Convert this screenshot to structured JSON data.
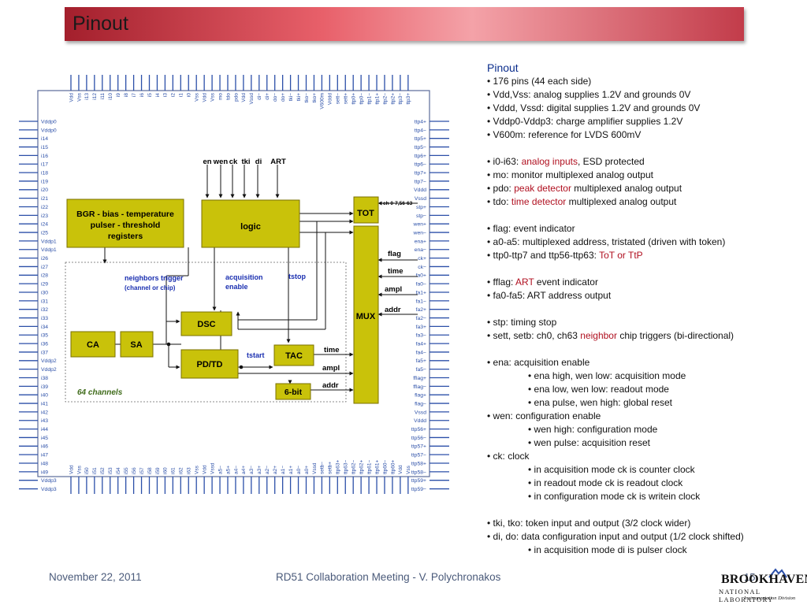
{
  "header": {
    "title": "Pinout"
  },
  "diagram": {
    "pins": {
      "top": [
        "Vdd",
        "Vss",
        "i13",
        "i12",
        "i11",
        "i10",
        "i9",
        "i8",
        "i7",
        "i6",
        "i5",
        "i4",
        "i3",
        "i2",
        "i1",
        "i0",
        "Vss",
        "Vdd",
        "Vss",
        "mo",
        "tdo",
        "pdo",
        "Vdd",
        "Vssd",
        "di−",
        "di+",
        "do−",
        "do+",
        "tki−",
        "tki+",
        "tko−",
        "tko+",
        "V600m",
        "Vddd",
        "sett−",
        "sett+",
        "ttp0+",
        "ttp0−",
        "ttp1−",
        "ttp1+",
        "ttp2−",
        "ttp2+",
        "ttp3−",
        "ttp3+"
      ],
      "bottom": [
        "Vdd",
        "Vss",
        "i50",
        "i51",
        "i52",
        "i53",
        "i54",
        "i55",
        "i56",
        "i57",
        "i58",
        "i59",
        "i60",
        "i61",
        "i62",
        "i63",
        "Vss",
        "Vdd",
        "Vssd",
        "a5−",
        "a5+",
        "a4−",
        "a4+",
        "a3−",
        "a3+",
        "a2−",
        "a2+",
        "a1−",
        "a1+",
        "a0−",
        "a0+",
        "Vssd",
        "setb−",
        "setb+",
        "ttp63+",
        "ttp63−",
        "ttp62−",
        "ttp62+",
        "ttp61−",
        "ttp61+",
        "ttp60−",
        "ttp60+",
        "Vdd",
        "Vss"
      ],
      "left": [
        "Vddp0",
        "Vddp0",
        "i14",
        "i15",
        "i16",
        "i17",
        "i18",
        "i19",
        "i20",
        "i21",
        "i22",
        "i23",
        "i24",
        "i25",
        "Vddp1",
        "Vddp1",
        "i26",
        "i27",
        "i28",
        "i29",
        "i30",
        "i31",
        "i32",
        "i33",
        "i34",
        "i35",
        "i36",
        "i37",
        "Vddp2",
        "Vddp2",
        "i38",
        "i39",
        "i40",
        "i41",
        "i42",
        "i43",
        "i44",
        "i45",
        "i46",
        "i47",
        "i48",
        "i49",
        "Vddp3",
        "Vddp3"
      ],
      "right": [
        "ttp4+",
        "ttp4−",
        "ttp5+",
        "ttp5−",
        "ttp6+",
        "ttp6−",
        "ttp7+",
        "ttp7−",
        "Vddd",
        "Vssd",
        "stp+",
        "stp−",
        "wen+",
        "wen−",
        "ena+",
        "ena−",
        "ck+",
        "ck−",
        "fa0+",
        "fa0−",
        "fa1+",
        "fa1−",
        "fa2+",
        "fa2−",
        "fa3+",
        "fa3−",
        "fa4+",
        "fa4−",
        "fa5+",
        "fa5−",
        "fflag+",
        "fflag−",
        "flag+",
        "flag−",
        "Vssd",
        "Vddd",
        "ttp56+",
        "ttp56−",
        "ttp57+",
        "ttp57−",
        "ttp58+",
        "ttp58−",
        "ttp59+",
        "ttp59−"
      ]
    },
    "inputs": {
      "en": "en",
      "wen": "wen",
      "ck": "ck",
      "tki": "tki",
      "di": "di",
      "art": "ART"
    },
    "blocks": {
      "bgr": [
        "BGR - bias - temperature",
        "pulser - threshold",
        "registers"
      ],
      "logic": "logic",
      "tot": "TOT",
      "mux": "MUX",
      "dsc": "DSC",
      "ca": "CA",
      "sa": "SA",
      "pdtd": "PD/TD",
      "tac": "TAC",
      "sixbit": "6-bit"
    },
    "labels": {
      "ch_note": "ch 0-7,56-63",
      "neighbors_1": "neighbors trigger",
      "neighbors_2": "(channel or chip)",
      "acq_1": "acquisition",
      "acq_2": "enable",
      "tstop": "tstop",
      "tstart": "tstart",
      "channels": "64 channels",
      "flag": "flag",
      "time_mux": "time",
      "ampl_mux": "ampl",
      "addr_mux": "addr",
      "time_tac": "time",
      "ampl_tac": "ampl",
      "addr_tac": "addr"
    }
  },
  "notes": {
    "title": "Pinout",
    "l1": "• 176 pins (44 each side)",
    "l2": "• Vdd,Vss: analog supplies 1.2V and grounds 0V",
    "l3": "• Vddd, Vssd: digital supplies 1.2V and grounds 0V",
    "l4": "• Vddp0-Vddp3: charge amplifier supplies 1.2V",
    "l5": "• V600m: reference for LVDS 600mV",
    "l6a": "• i0-i63: ",
    "l6b": "analog inputs",
    "l6c": ", ESD protected",
    "l7": "• mo: monitor multiplexed analog output",
    "l8a": "• pdo: ",
    "l8b": "peak detector",
    "l8c": " multiplexed analog output",
    "l9a": "• tdo: ",
    "l9b": "time detector",
    "l9c": " multiplexed analog output",
    "l10": "• flag: event indicator",
    "l11": "• a0-a5: multiplexed address, tristated (driven with token)",
    "l12a": "• ttp0-ttp7 and ttp56-ttp63: ",
    "l12b": "ToT or TtP",
    "l13a": "• fflag: ",
    "l13b": "ART",
    "l13c": " event indicator",
    "l14": "• fa0-fa5: ART address output",
    "l15": "• stp: timing stop",
    "l16a": "• sett, setb: ch0, ch63 ",
    "l16b": "neighbor",
    "l16c": " chip triggers (bi-directional)",
    "l17": "• ena: acquisition enable",
    "l18": "• ena high, wen low: acquisition mode",
    "l19": "• ena low, wen low: readout mode",
    "l20": "• ena pulse, wen high: global reset",
    "l21": "• wen: configuration enable",
    "l22": "• wen high: configuration mode",
    "l23": "• wen pulse: acquisition reset",
    "l24": "• ck: clock",
    "l25": "• in acquisition mode ck is counter clock",
    "l26": "• in readout mode ck is readout clock",
    "l27": "• in configuration mode ck is writein clock",
    "l28": "• tki, tko: token input and output (3/2 clock wider)",
    "l29": "• di, do: data configuration input and output (1/2 clock shifted)",
    "l30": "• in acquisition mode di is pulser clock"
  },
  "footer": {
    "date": "November 22, 2011",
    "center": "RD51 Collaboration Meeting - V. Polychronakos",
    "page": "15"
  },
  "logo": {
    "name": "BROOKHAVEN",
    "sub": "NATIONAL LABORATORY",
    "div": "Instrumentation Division"
  },
  "colors": {
    "header_red": "#a31f2c",
    "block_yellow": "#c9c20a",
    "pin_blue": "#2b4fa8",
    "label_blue": "#1a2fb0",
    "highlight_red": "#b01020"
  }
}
